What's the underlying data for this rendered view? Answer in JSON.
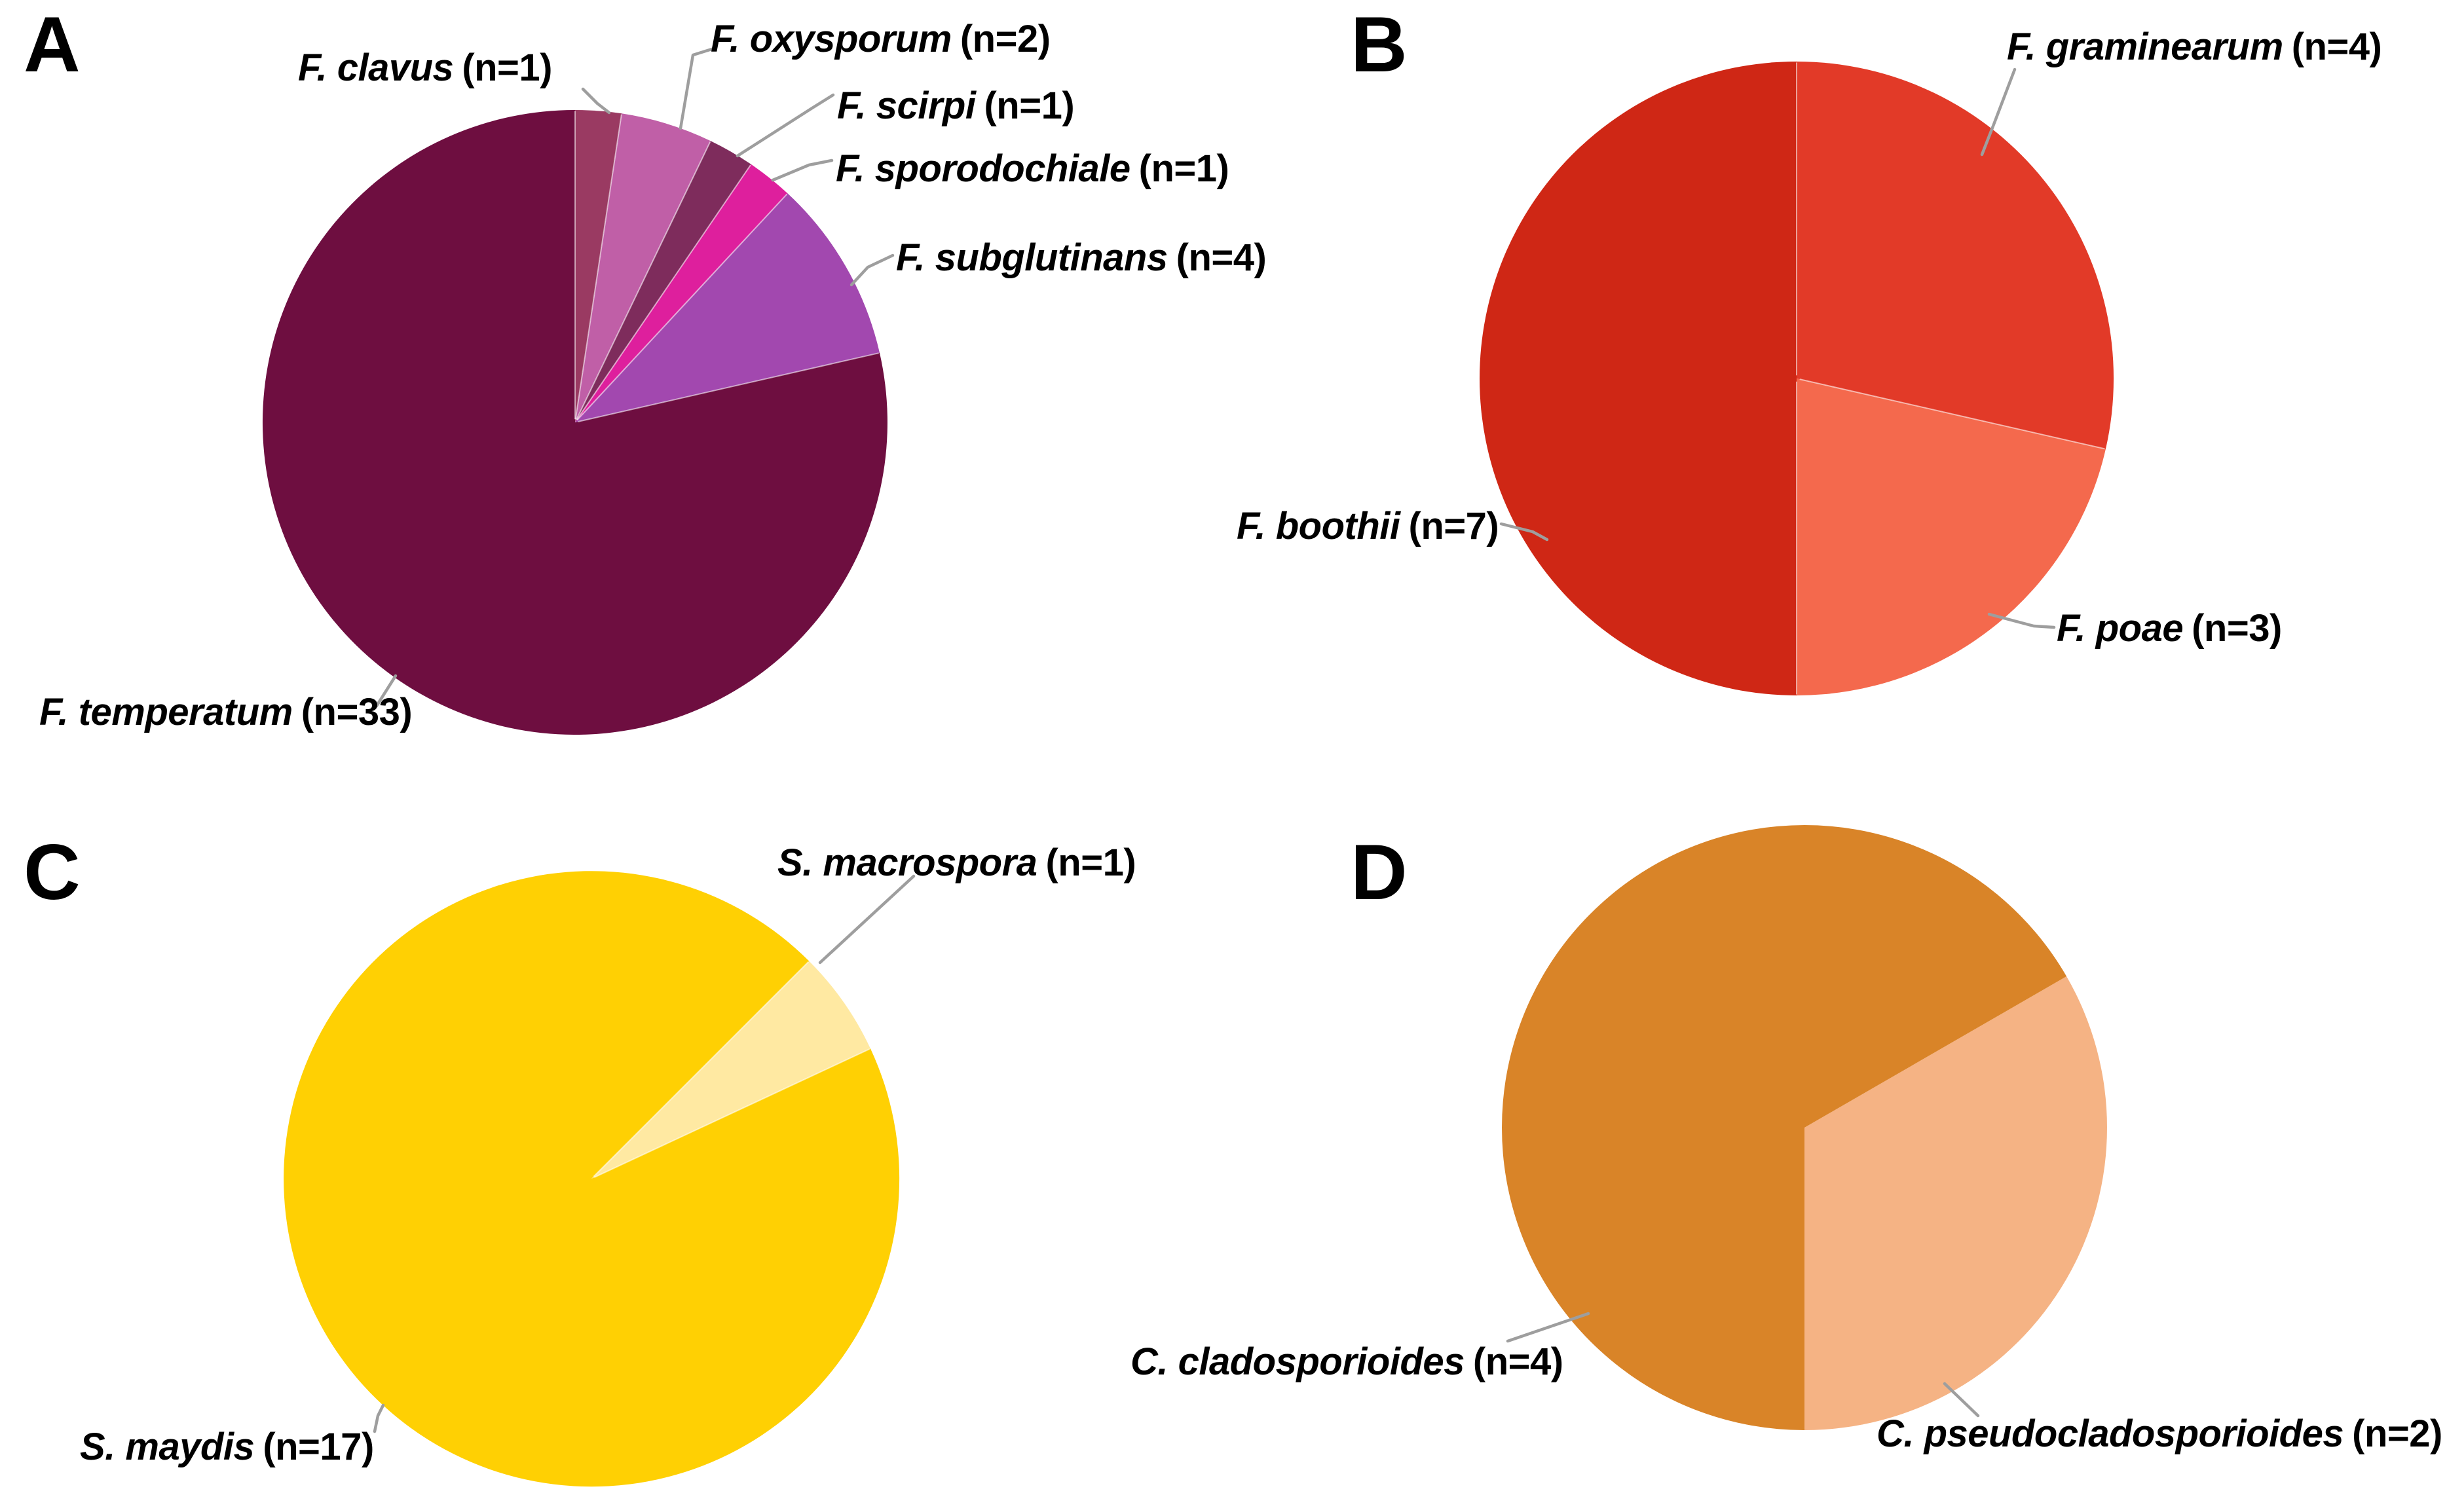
{
  "figure": {
    "background_color": "#ffffff",
    "text_color": "#000000",
    "leader_line_color": "#9E9E9E"
  },
  "panels": {
    "a": {
      "letter": "A"
    },
    "b": {
      "letter": "B"
    },
    "c": {
      "letter": "C"
    },
    "d": {
      "letter": "D"
    }
  },
  "chart_data": [
    {
      "type": "pie",
      "panel": "A",
      "total": 42,
      "start_angle_deg": 0,
      "legend_position": "outside-callouts",
      "slices": [
        {
          "species": "F. clavus",
          "count_label": "(n=1)",
          "value": 1,
          "color": "#9A3A62"
        },
        {
          "species": "F. oxysporum",
          "count_label": "(n=2)",
          "value": 2,
          "color": "#C05FA7"
        },
        {
          "species": "F. scirpi",
          "count_label": "(n=1)",
          "value": 1,
          "color": "#7E2C5C"
        },
        {
          "species": "F. sporodochiale",
          "count_label": "(n=1)",
          "value": 1,
          "color": "#DE1F9D"
        },
        {
          "species": "F. subglutinans",
          "count_label": "(n=4)",
          "value": 4,
          "color": "#A248AF"
        },
        {
          "species": "F. temperatum",
          "count_label": "(n=33)",
          "value": 33,
          "color": "#6E0E40"
        }
      ]
    },
    {
      "type": "pie",
      "panel": "B",
      "total": 14,
      "start_angle_deg": 0,
      "legend_position": "outside-callouts",
      "slices": [
        {
          "species": "F. graminearum",
          "count_label": "(n=4)",
          "value": 4,
          "color": "#E23A28"
        },
        {
          "species": "F. poae",
          "count_label": "(n=3)",
          "value": 3,
          "color": "#F4694D"
        },
        {
          "species": "F. boothii",
          "count_label": "(n=7)",
          "value": 7,
          "color": "#CF2715"
        }
      ]
    },
    {
      "type": "pie",
      "panel": "C",
      "total": 18,
      "start_angle_deg": 45,
      "legend_position": "outside-callouts",
      "slices": [
        {
          "species": "S. macrospora",
          "count_label": "(n=1)",
          "value": 1,
          "color": "#FFE9A2"
        },
        {
          "species": "S. maydis",
          "count_label": "(n=17)",
          "value": 17,
          "color": "#FFD003"
        }
      ]
    },
    {
      "type": "pie",
      "panel": "D",
      "total": 6,
      "start_angle_deg": 60,
      "legend_position": "outside-callouts",
      "slices": [
        {
          "species": "C. pseudocladosporioides",
          "count_label": "(n=2)",
          "value": 2,
          "color": "#F5B384"
        },
        {
          "species": "C. cladosporioides",
          "count_label": "(n=4)",
          "value": 4,
          "color": "#D98428"
        }
      ]
    }
  ]
}
